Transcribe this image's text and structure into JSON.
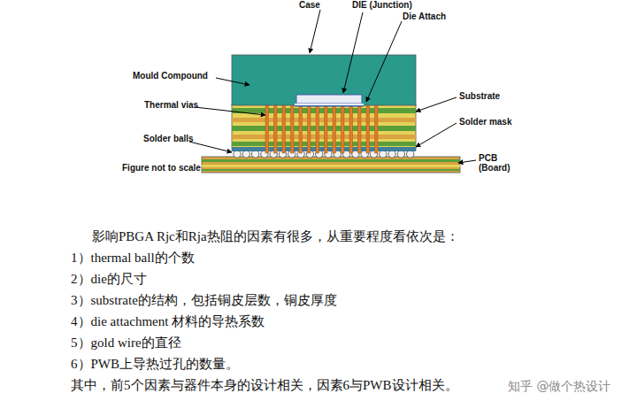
{
  "diagram": {
    "labels": [
      "Case",
      "DIE (Junction)",
      "Die Attach",
      "Mould Compound",
      "Thermal vias",
      "Substrate",
      "Solder mask",
      "Solder balls",
      "Figure not to scale",
      "PCB (Board)",
      "影响PBGA Rjc和Rja热阻的因素有很多，从重要程度看依次是：",
      "1）thermal ball的个数",
      "2）die的尺寸",
      "3）substrate的结构，包括铜皮层数，铜皮厚度",
      "4）die attachment 材料的导热系数",
      "5）gold wire的直径",
      "6）PWB上导热过孔的数量。",
      "其中，前5个因素与器件本身的设计相关，因素6与PWB设计相关。",
      "知乎 @做个热设计"
    ]
  }
}
